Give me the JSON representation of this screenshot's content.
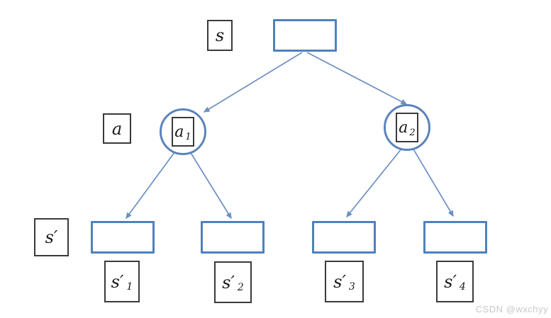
{
  "colors": {
    "node-blue": "#4f81bd",
    "circle-blue": "#5b83bb",
    "arrow-blue": "#6d8fc1",
    "label-border": "#3a3a3a",
    "watermark-gray": "#c9c9c9"
  },
  "row_labels": {
    "state": "s",
    "action": "a",
    "next_state": "s′"
  },
  "action_nodes": [
    {
      "base": "a",
      "sub": "1"
    },
    {
      "base": "a",
      "sub": "2"
    }
  ],
  "next_state_labels": [
    {
      "base": "s′",
      "sub": "1"
    },
    {
      "base": "s′",
      "sub": "2"
    },
    {
      "base": "s′",
      "sub": "3"
    },
    {
      "base": "s′",
      "sub": "4"
    }
  ],
  "watermark": "CSDN @wxchyy"
}
